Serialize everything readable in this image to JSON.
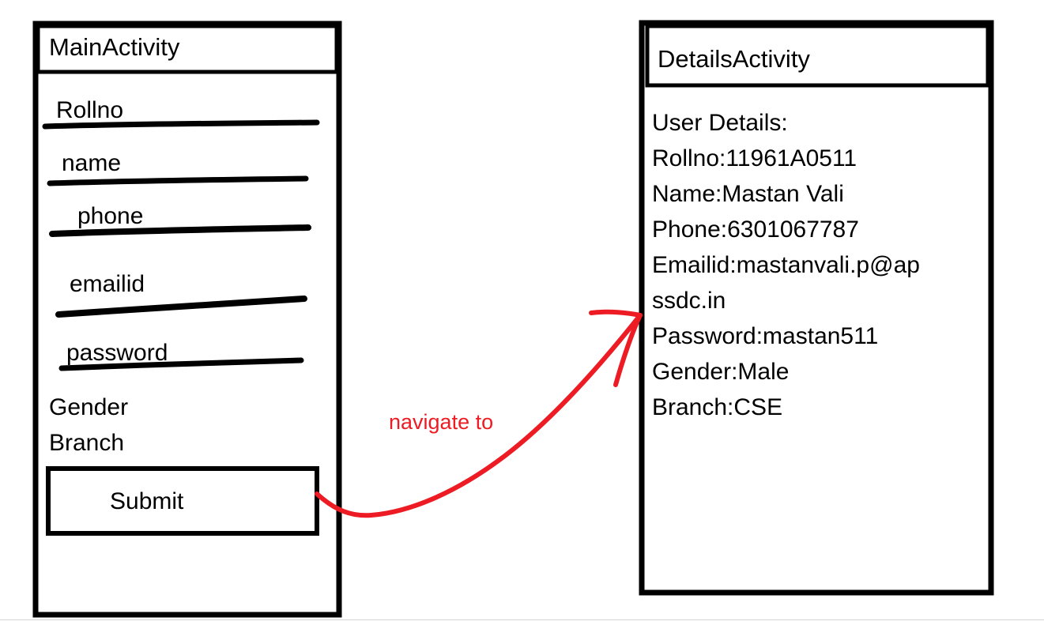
{
  "diagram": {
    "title_main": "MainActivity",
    "title_details": "DetailsActivity",
    "arrow_label": "navigate to",
    "accent_color": "#ED1C24",
    "stroke_color": "#000000"
  },
  "main_activity": {
    "header": "MainActivity",
    "fields": [
      {
        "label": "Rollno",
        "underlined": true
      },
      {
        "label": "name",
        "underlined": true
      },
      {
        "label": "phone",
        "underlined": true
      },
      {
        "label": "emailid",
        "underlined": true
      },
      {
        "label": "password",
        "underlined": true
      },
      {
        "label": "Gender",
        "underlined": false
      },
      {
        "label": "Branch",
        "underlined": false
      }
    ],
    "submit_button": "Submit"
  },
  "details_activity": {
    "header": "DetailsActivity",
    "lines": [
      "User Details:",
      "Rollno:11961A0511",
      "Name:Mastan Vali",
      "Phone:6301067787",
      "Emailid:mastanvali.p@ap",
      "ssdc.in",
      "Password:mastan511",
      "Gender:Male",
      "Branch:CSE"
    ],
    "values": {
      "rollno": "11961A0511",
      "name": "Mastan Vali",
      "phone": "6301067787",
      "emailid": "mastanvali.p@apssdc.in",
      "password": "mastan511",
      "gender": "Male",
      "branch": "CSE"
    }
  }
}
